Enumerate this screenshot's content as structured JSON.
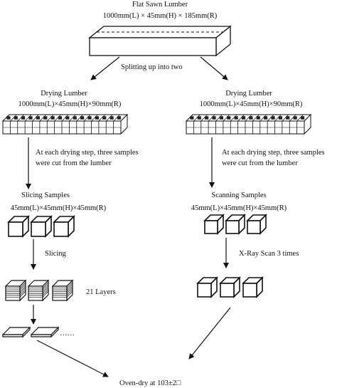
{
  "top": {
    "title": "Flat Sawn Lumber",
    "dims": "1000mm(L) × 45mm(H) × 185mm(R)",
    "split_label": "Splitting up into two"
  },
  "left": {
    "title": "Drying Lumber",
    "dims": "1000mm(L)×45mm(H)×90mm(R)",
    "note_line1": "At each drying step, three samples",
    "note_line2": "were cut from the lumber",
    "samples_title": "Slicing Samples",
    "samples_dims": "45mm(L)×45mm(H)×45mm(R)",
    "process_label": "Slicing",
    "layers_label": "21 Layers",
    "ellipsis": "……"
  },
  "right": {
    "title": "Drying Lumber",
    "dims": "1000mm(L)×45mm(H)×90mm(R)",
    "note_line1": "At each drying step, three samples",
    "note_line2": "were cut from the lumber",
    "samples_title": "Scanning Samples",
    "samples_dims": "45mm(L)×45mm(H)×45mm(R)",
    "process_label": "X-Ray Scan 3 times"
  },
  "final_label": "Oven-dry at 103±2□"
}
